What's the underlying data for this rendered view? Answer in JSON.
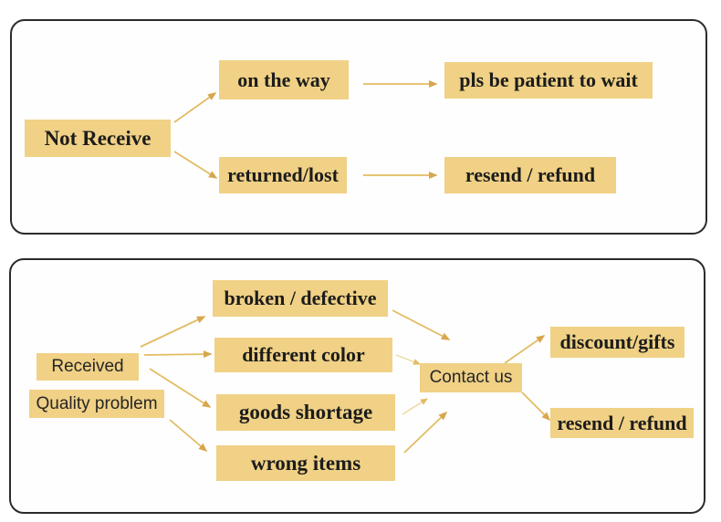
{
  "colors": {
    "page_bg": "#ffffff",
    "panel_bg": "#fefefe",
    "panel_border": "#2b2b2b",
    "box_fill": "#f0d185",
    "box_text": "#1c1c1c",
    "arrow": "#e2bc63",
    "arrow_faint": "#ecd79e",
    "arrow_head": "#d8a64c"
  },
  "panel_not_received": {
    "nodes": {
      "not_receive": "Not Receive",
      "on_the_way": "on the way",
      "pls_wait": "pls be patient to wait",
      "returned_lost": "returned/lost",
      "resend_refund": "resend / refund"
    },
    "edges": [
      {
        "from": "Not Receive",
        "to": "on the way"
      },
      {
        "from": "Not Receive",
        "to": "returned/lost"
      },
      {
        "from": "on the way",
        "to": "pls be patient to wait"
      },
      {
        "from": "returned/lost",
        "to": "resend / refund"
      }
    ]
  },
  "panel_received": {
    "nodes": {
      "received": "Received",
      "quality_problem": "Quality problem",
      "broken_defective": "broken / defective",
      "different_color": "different color",
      "goods_shortage": "goods shortage",
      "wrong_items": "wrong items",
      "contact_us": "Contact us",
      "discount_gifts": "discount/gifts",
      "resend_refund": "resend / refund"
    },
    "edges": [
      {
        "from": "Received",
        "to": "broken / defective"
      },
      {
        "from": "Received",
        "to": "different color"
      },
      {
        "from": "Received",
        "to": "goods shortage"
      },
      {
        "from": "Quality problem",
        "to": "wrong items"
      },
      {
        "from": "broken / defective",
        "to": "Contact us"
      },
      {
        "from": "different color",
        "to": "Contact us"
      },
      {
        "from": "goods shortage",
        "to": "Contact us"
      },
      {
        "from": "wrong items",
        "to": "Contact us"
      },
      {
        "from": "Contact us",
        "to": "discount/gifts"
      },
      {
        "from": "Contact us",
        "to": "resend / refund"
      }
    ]
  }
}
